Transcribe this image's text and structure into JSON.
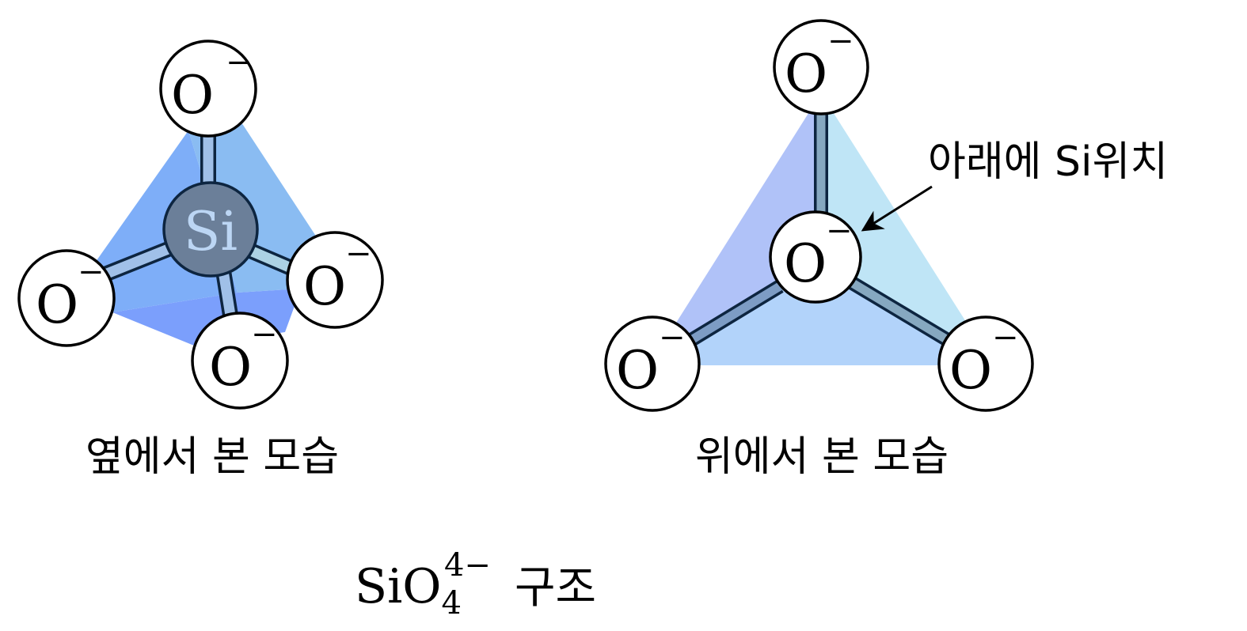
{
  "side_view": {
    "label": "옆에서 본 모습",
    "center_atom": "Si",
    "oxygen_label": "O",
    "charge": "−",
    "colors": {
      "face_left": "#7eaef8",
      "face_right": "#8abcf2",
      "face_bottom": "#7b9ffc",
      "si_fill": "#6b7f99",
      "si_text": "#bcd6f4",
      "bond": "#a0c0e8"
    }
  },
  "top_view": {
    "label": "위에서 본 모습",
    "annotation": "아래에 Si위치",
    "oxygen_label": "O",
    "charge": "−",
    "colors": {
      "face_left": "#b0c2f8",
      "face_right": "#bfe5f6",
      "face_bottom": "#b2d3fa",
      "bond": "#86a8c0"
    }
  },
  "caption": {
    "formula_base": "SiO",
    "subscript": "4",
    "superscript": "4−",
    "suffix": "구조"
  }
}
